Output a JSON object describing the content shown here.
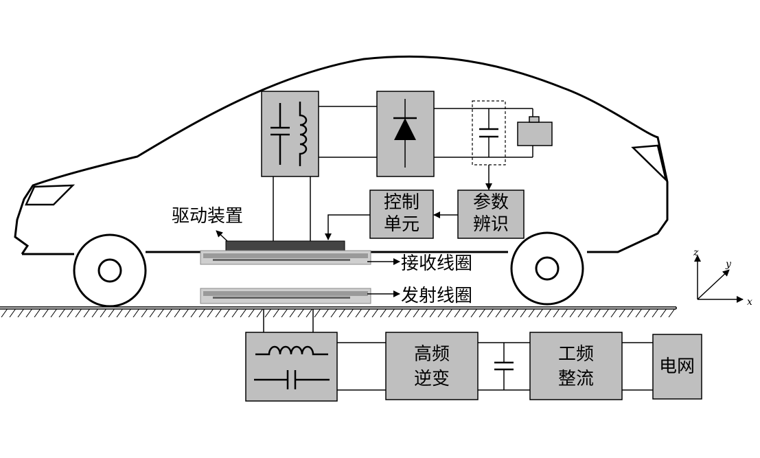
{
  "labels": {
    "drive_device": "驱动装置",
    "receive_coil": "接收线圈",
    "transmit_coil": "发射线圈",
    "control_unit": [
      "控制",
      "单元"
    ],
    "param_ident": [
      "参数",
      "辨识"
    ],
    "hf_inverter": [
      "高频",
      "逆变"
    ],
    "pf_rectifier": [
      "工频",
      "整流"
    ],
    "grid": "电网"
  },
  "axes": {
    "x": "x",
    "y": "y",
    "z": "z"
  },
  "colors": {
    "block_fill": "#bfbfbf",
    "plate_dark": "#444444",
    "coil_light": "#cfcfcf",
    "coil_mid": "#9a9a9a"
  }
}
